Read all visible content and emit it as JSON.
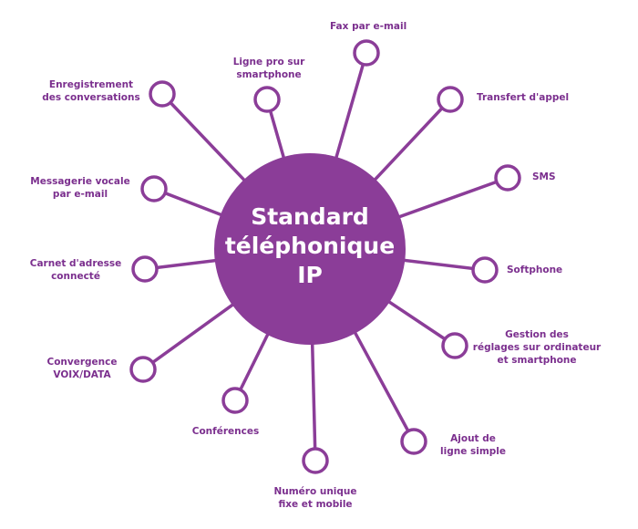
{
  "center": {
    "title": "Standard\ntéléphonique\nIP"
  },
  "colors": {
    "accent": "#8b3d98",
    "text": "#7b2f8e",
    "background": "#ffffff"
  },
  "features": [
    {
      "id": "fax",
      "label": "Fax par e-mail"
    },
    {
      "id": "transfert",
      "label": "Transfert d'appel"
    },
    {
      "id": "sms",
      "label": "SMS"
    },
    {
      "id": "softphone",
      "label": "Softphone"
    },
    {
      "id": "gestion",
      "label": "Gestion des\nréglages sur ordinateur\net smartphone"
    },
    {
      "id": "ajout",
      "label": "Ajout de\nligne simple"
    },
    {
      "id": "numero",
      "label": "Numéro unique\nfixe et mobile"
    },
    {
      "id": "conferences",
      "label": "Conférences"
    },
    {
      "id": "convergence",
      "label": "Convergence\nVOIX/DATA"
    },
    {
      "id": "carnet",
      "label": "Carnet d'adresse\nconnecté"
    },
    {
      "id": "messagerie",
      "label": "Messagerie vocale\npar e-mail"
    },
    {
      "id": "enregistrement",
      "label": "Enregistrement\ndes conversations"
    },
    {
      "id": "ligne-pro",
      "label": "Ligne pro sur\nsmartphone"
    }
  ]
}
